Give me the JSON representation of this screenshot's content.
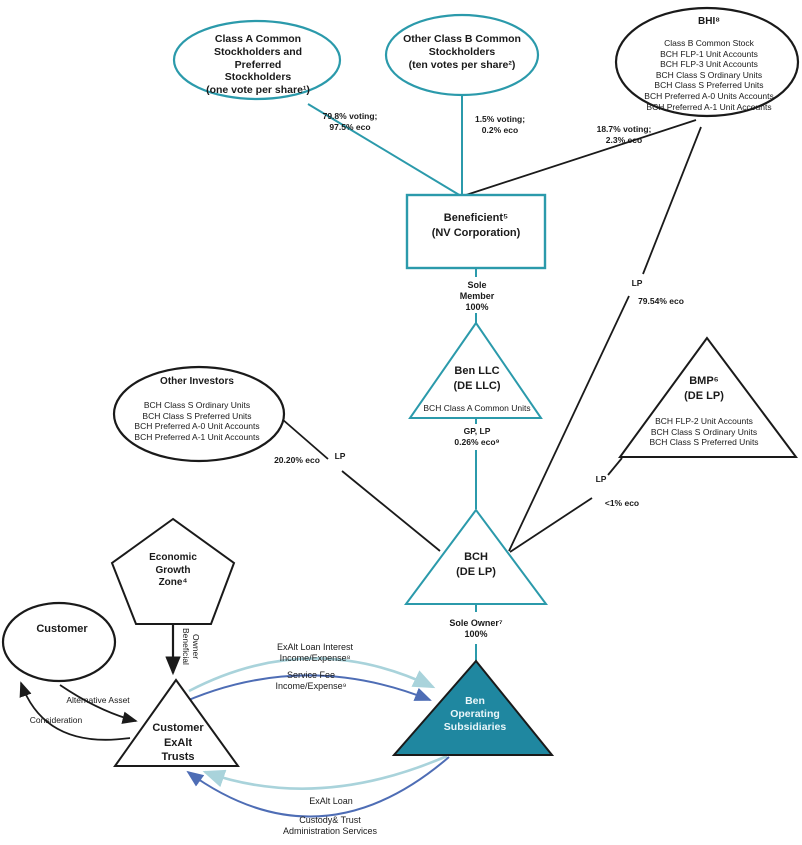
{
  "colors": {
    "teal_stroke": "#2b9aab",
    "black_stroke": "#1a1a1a",
    "ben_ops_fill": "#1f87a0",
    "light_teal_arrow": "#a9d3db",
    "blue_arrow": "#4e6db5"
  },
  "nodes": {
    "class_a": {
      "lines": [
        "Class A Common",
        "Stockholders and",
        "Preferred",
        "Stockholders",
        "(one vote per share¹)"
      ]
    },
    "class_b": {
      "lines": [
        "Other Class B Common",
        "Stockholders",
        "(ten votes per share²)"
      ]
    },
    "bhi": {
      "title": "BHI⁸",
      "lines": [
        "Class B Common Stock",
        "BCH FLP-1 Unit Accounts",
        "BCH FLP-3 Unit Accounts",
        "BCH Class S Ordinary Units",
        "BCH Class S Preferred Units",
        "BCH Preferred A-0 Units Accounts",
        "BCH Preferred A-1 Unit Accounts"
      ]
    },
    "beneficient": {
      "lines": [
        "Beneficient⁵",
        "(NV Corporation)"
      ]
    },
    "ben_llc": {
      "lines": [
        "Ben LLC",
        "(DE LLC)"
      ],
      "units": "BCH Class A Common Units"
    },
    "bmp": {
      "lines": [
        "BMP⁶",
        "(DE LP)"
      ],
      "units": [
        "BCH FLP-2 Unit Accounts",
        "BCH Class S Ordinary Units",
        "BCH Class S Preferred Units"
      ]
    },
    "other_investors": {
      "title": "Other Investors",
      "lines": [
        "BCH Class S Ordinary Units",
        "BCH Class S Preferred Units",
        "BCH Preferred A-0 Unit Accounts",
        "BCH Preferred A-1 Unit Accounts"
      ]
    },
    "bch": {
      "lines": [
        "BCH",
        "(DE LP)"
      ]
    },
    "economic_growth_zone": {
      "lines": [
        "Economic",
        "Growth",
        "Zone⁴"
      ]
    },
    "customer": {
      "label": "Customer"
    },
    "customer_exalt_trusts": {
      "lines": [
        "Customer",
        "ExAlt",
        "Trusts"
      ]
    },
    "ben_operating_subsidiaries": {
      "lines": [
        "Ben",
        "Operating",
        "Subsidiaries"
      ]
    }
  },
  "edges": {
    "class_a_voting": [
      "79.8% voting;",
      "97.5% eco"
    ],
    "class_b_voting": [
      "1.5% voting;",
      "0.2% eco"
    ],
    "bhi_voting": [
      "18.7% voting;",
      "2.3% eco"
    ],
    "sole_member": [
      "Sole",
      "Member",
      "100%"
    ],
    "bhi_lp": "LP",
    "bhi_eco": "79.54% eco",
    "gp_lp": [
      "GP, LP",
      "0.26% eco⁹"
    ],
    "oi_eco": "20.20% eco",
    "oi_lp": "LP",
    "bmp_lp": "LP",
    "bmp_eco": "<1% eco",
    "sole_owner": [
      "Sole Owner⁷",
      "100%"
    ],
    "beneficial_owner": [
      "Beneficial",
      "Owner"
    ],
    "alternative_asset": "Alternative Asset",
    "consideration": "Consideration",
    "exalt_loan_interest": [
      "ExAlt Loan Interest",
      "Income/Expense⁸"
    ],
    "service_fee": [
      "Service Fee",
      "Income/Expense⁹"
    ],
    "exalt_loan": "ExAlt Loan",
    "custody_trust": [
      "Custody& Trust",
      "Administration  Services"
    ]
  }
}
